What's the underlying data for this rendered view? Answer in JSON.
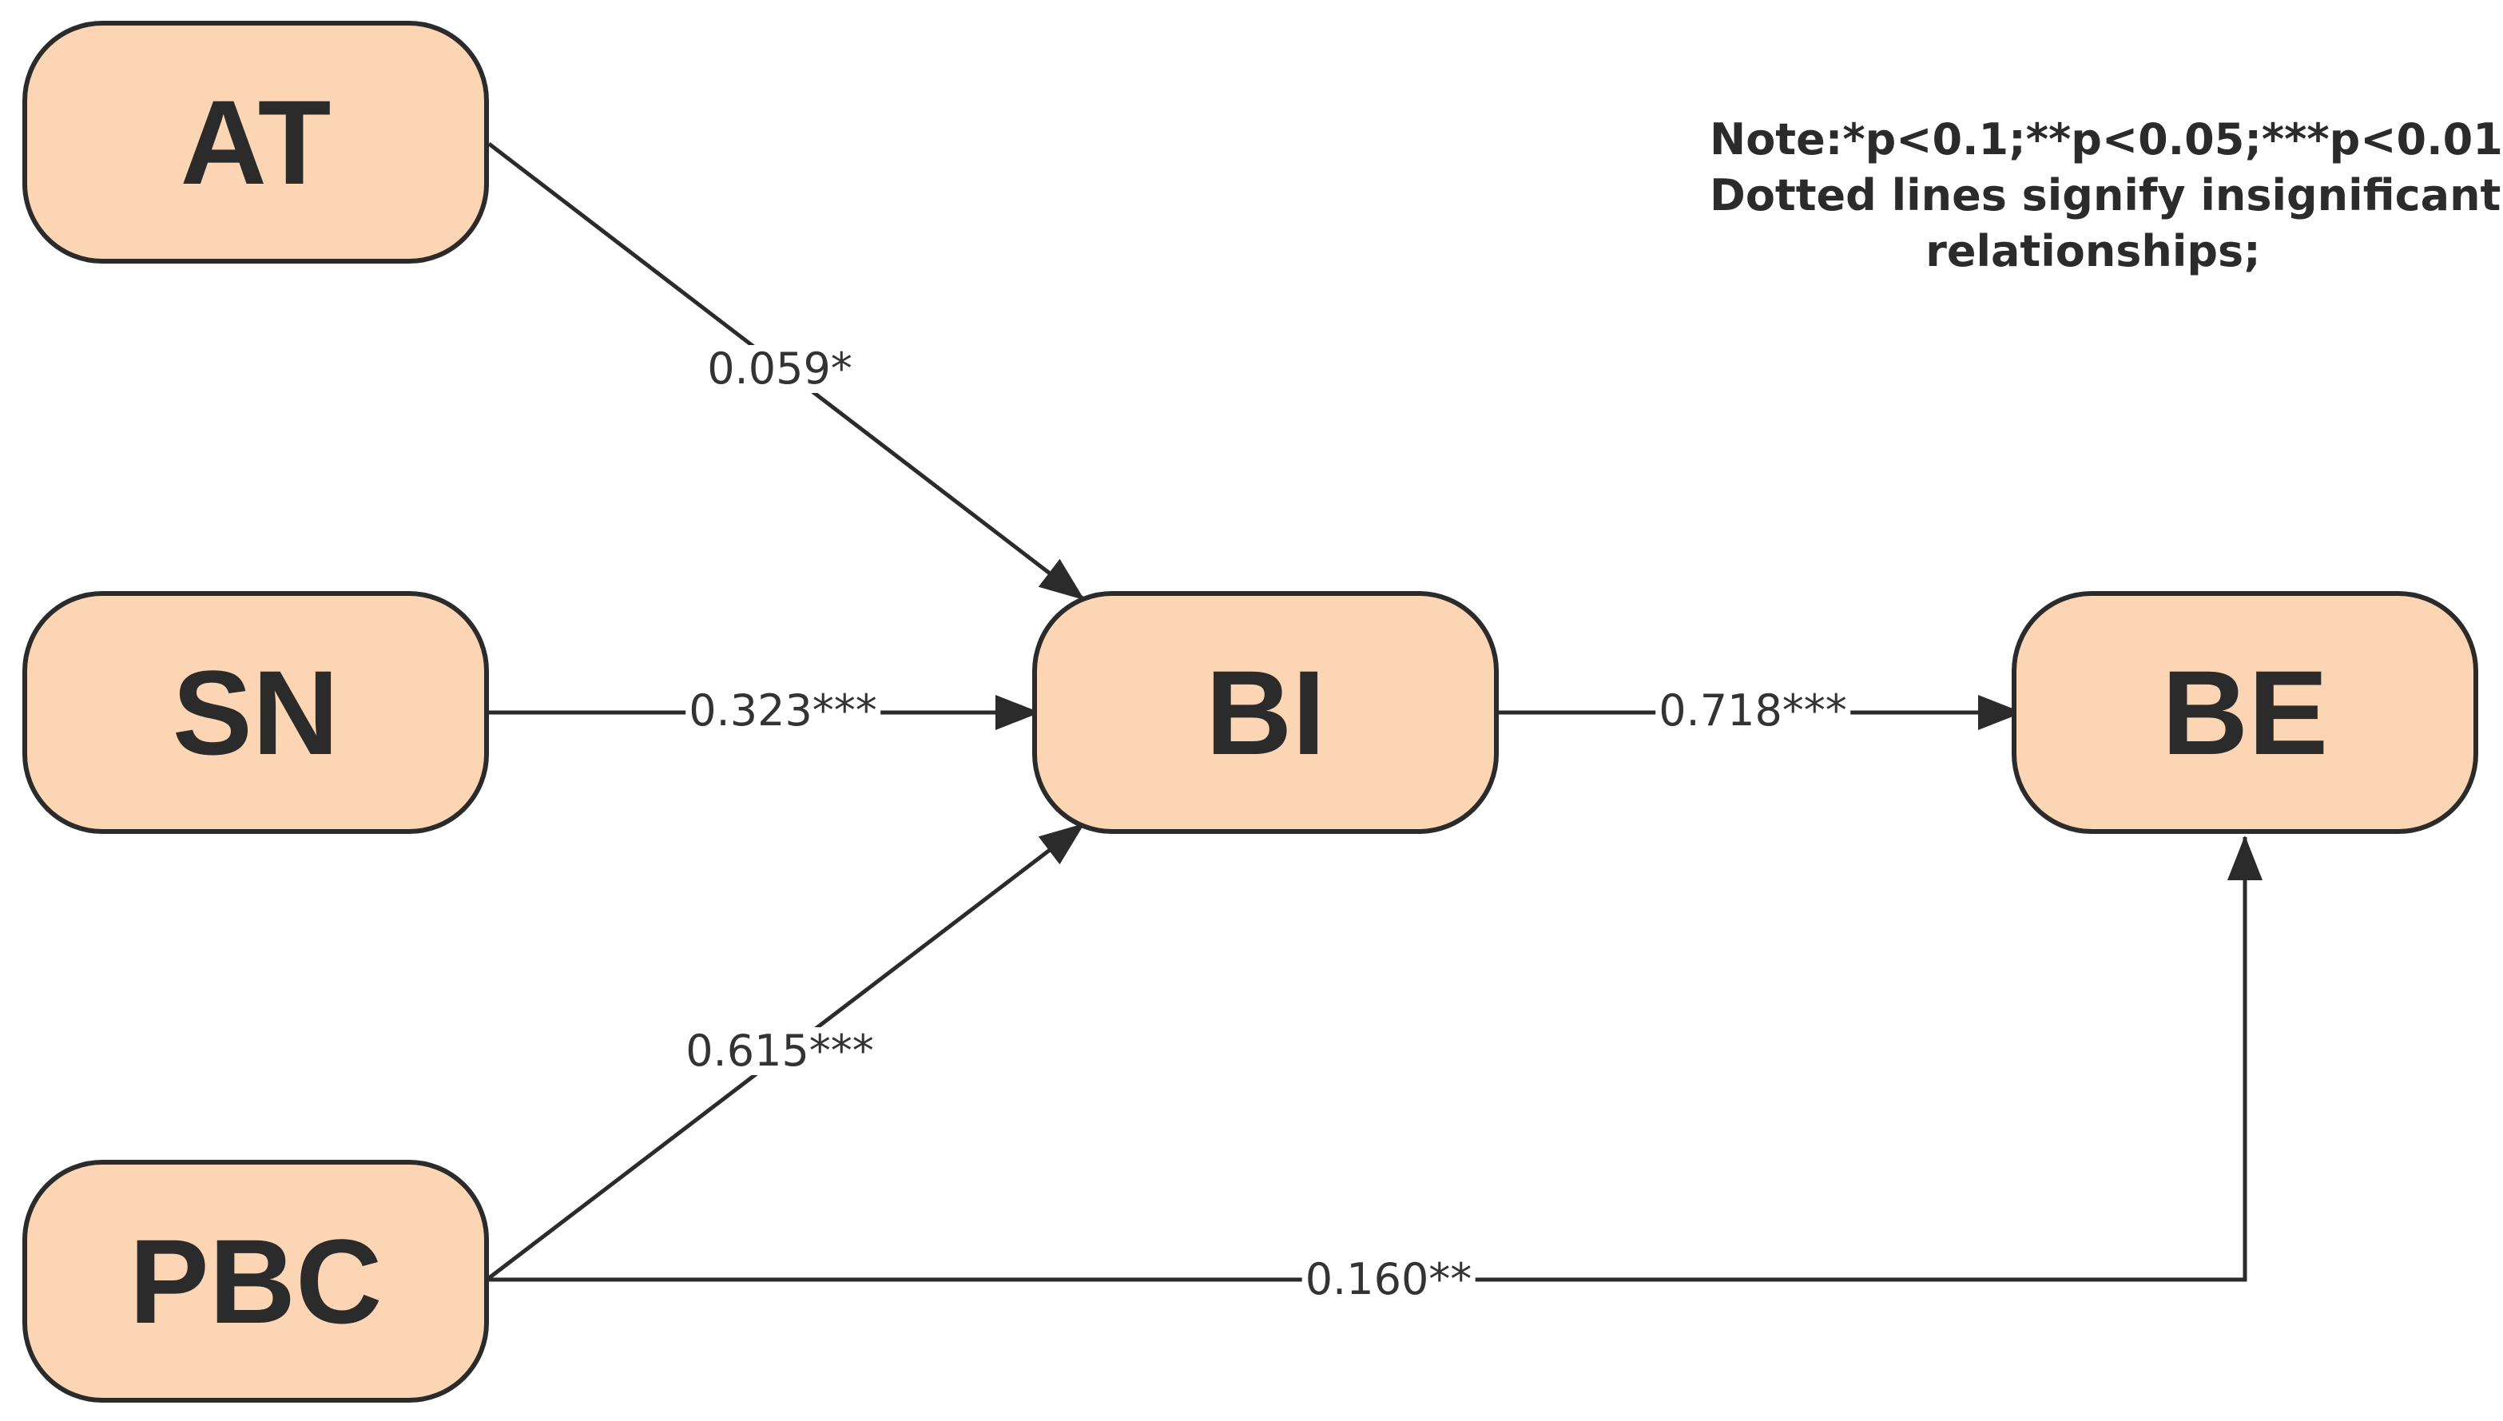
{
  "nodes": {
    "at": "AT",
    "sn": "SN",
    "pbc": "PBC",
    "bi": "BI",
    "be": "BE"
  },
  "edges": {
    "at_bi": "0.059*",
    "sn_bi": "0.323***",
    "pbc_bi": "0.615***",
    "bi_be": "0.718***",
    "pbc_be": "0.160**"
  },
  "note": {
    "line1": "Note:*p<0.1;**p<0.05;***p<0.01",
    "line2": "Dotted lines signify insignificant",
    "line3": "relationships;"
  },
  "colors": {
    "node_fill": "#fcd5b4",
    "stroke": "#2b2b2b"
  }
}
